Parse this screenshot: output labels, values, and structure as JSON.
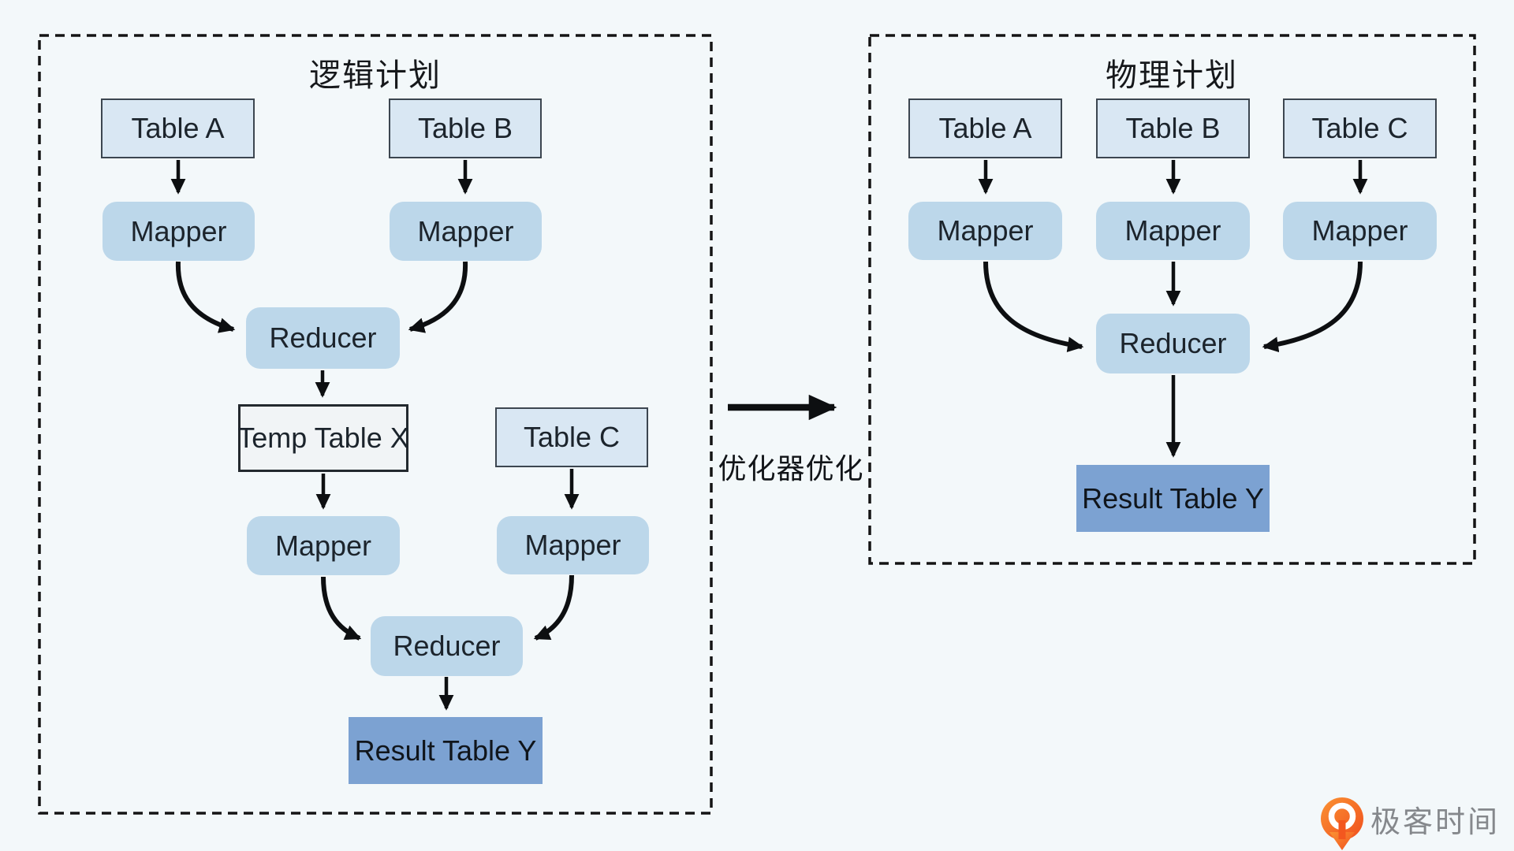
{
  "panels": {
    "logical": {
      "title": "逻辑计划",
      "nodes": {
        "table_a": "Table A",
        "table_b": "Table B",
        "mapper_a": "Mapper",
        "mapper_b": "Mapper",
        "reducer_1": "Reducer",
        "temp_table_x": "Temp Table X",
        "table_c": "Table C",
        "mapper_x": "Mapper",
        "mapper_c": "Mapper",
        "reducer_2": "Reducer",
        "result_table_y": "Result Table Y"
      }
    },
    "physical": {
      "title": "物理计划",
      "nodes": {
        "table_a": "Table A",
        "table_b": "Table B",
        "table_c": "Table C",
        "mapper_a": "Mapper",
        "mapper_b": "Mapper",
        "mapper_c": "Mapper",
        "reducer": "Reducer",
        "result_table_y": "Result Table Y"
      }
    }
  },
  "transform": {
    "label": "优化器优化"
  },
  "logo": {
    "text": "极客时间",
    "icon": "geektime-pin-icon"
  },
  "colors": {
    "background": "#f3f8fa",
    "table_fill": "#d9e7f3",
    "table_border": "#3c4650",
    "process_fill": "#bcd7ea",
    "temp_fill": "#f1f4f6",
    "result_fill": "#7ca2d2",
    "arrow": "#0d0f11",
    "panel_border": "#141414",
    "logo_orange": "#f4511e",
    "logo_text_gray": "#85888c"
  }
}
